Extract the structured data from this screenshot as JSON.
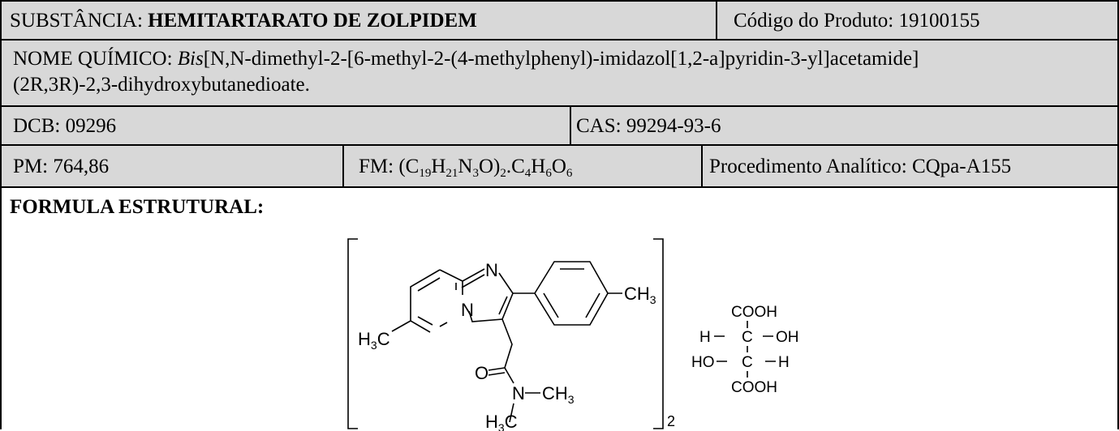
{
  "substancia": {
    "label": "SUBSTÂNCIA: ",
    "value": "HEMITARTARATO DE ZOLPIDEM",
    "codigo_label": "Código do Produto: ",
    "codigo_value": "19100155"
  },
  "nome_quimico": {
    "label": "NOME QUÍMICO: ",
    "italic_prefix": "Bis",
    "line1_rest": "[N,N-dimethyl-2-[6-methyl-2-(4-methylphenyl)-imidazol[1,2-a]pyridin-3-yl]acetamide]",
    "line2": "(2R,3R)-2,3-dihydroxybutanedioate."
  },
  "dcb": {
    "label": "DCB: ",
    "value": "09296"
  },
  "cas": {
    "label": "CAS: ",
    "value": "99294-93-6"
  },
  "pm": {
    "label": "PM: ",
    "value": "764,86"
  },
  "fm": {
    "label": "FM: ",
    "parts": [
      "(C",
      "19",
      "H",
      "21",
      "N",
      "3",
      "O)",
      "2",
      ".C",
      "4",
      "H",
      "6",
      "O",
      "6"
    ]
  },
  "procedimento": {
    "label": "Procedimento Analítico: ",
    "value": "CQpa-A155"
  },
  "formula": {
    "title": "FORMULA ESTRUTURAL:",
    "atoms": {
      "N1": "N",
      "N2": "N",
      "CH3_right": "CH",
      "CH3_right_sub": "3",
      "H3C_left": "H",
      "H3C_left_sub": "3",
      "H3C_left_c": "C",
      "O": "O",
      "N3": "N",
      "N3_ch": "CH",
      "N3_ch_sub": "3",
      "H3C_bottom": "H",
      "H3C_bottom_sub": "3",
      "H3C_bottom_c": "C",
      "bracket_sub": "2"
    },
    "tartrate": {
      "line1": "COOH",
      "line2_h": "H",
      "line2_c": "C",
      "line2_oh": "OH",
      "line3_ho": "HO",
      "line3_c": "C",
      "line3_h": "H",
      "line4": "COOH"
    }
  }
}
